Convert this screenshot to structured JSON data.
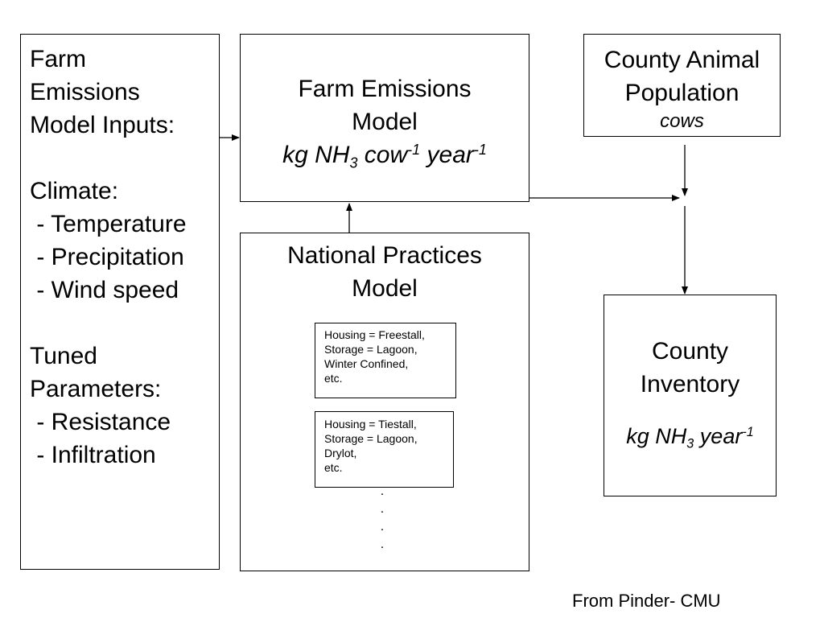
{
  "inputs_box": {
    "title": [
      "Farm",
      "Emissions",
      "Model Inputs:"
    ],
    "climate_heading": "Climate:",
    "climate_items": [
      " - Temperature",
      " - Precipitation",
      " - Wind speed"
    ],
    "tuned_heading": [
      "Tuned",
      "Parameters:"
    ],
    "tuned_items": [
      " - Resistance",
      " - Infiltration"
    ]
  },
  "farm_model": {
    "title": [
      "Farm Emissions",
      "Model"
    ],
    "units": {
      "kg": "kg NH",
      "sub": "3",
      "cow": " cow",
      "cow_exp": "-1",
      "year": " year",
      "year_exp": "-1"
    }
  },
  "county_pop": {
    "title": [
      "County Animal",
      "Population"
    ],
    "units": "cows"
  },
  "national_model": {
    "title": [
      "National Practices",
      "Model"
    ],
    "practices": [
      [
        "Housing = Freestall,",
        "Storage = Lagoon,",
        "Winter Confined,",
        "etc."
      ],
      [
        "Housing = Tiestall,",
        "Storage = Lagoon,",
        "Drylot,",
        "etc."
      ]
    ],
    "continuation": [
      ".",
      ".",
      ".",
      "."
    ]
  },
  "county_inventory": {
    "title": [
      "County",
      "Inventory"
    ],
    "units": {
      "kg": "kg NH",
      "sub": "3",
      "year": " year",
      "year_exp": "-1"
    }
  },
  "credit": "From Pinder- CMU"
}
